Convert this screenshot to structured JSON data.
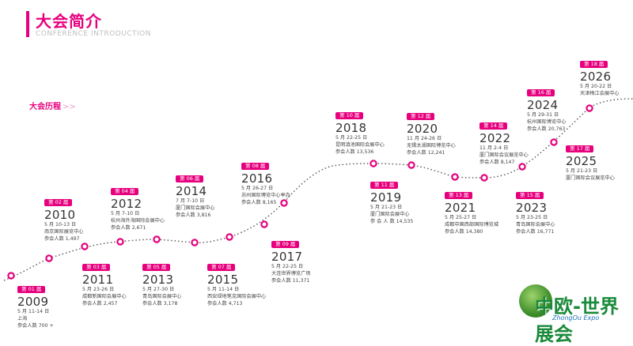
{
  "header": {
    "title_cn": "大会简介",
    "title_en": "CONFERENCE INTRODUCTION",
    "history_label": "大会历程",
    "history_arrows": ">>"
  },
  "colors": {
    "accent": "#e6007e",
    "dots": "#e6007e",
    "path": "#555555"
  },
  "events": [
    {
      "badge": "第 01 届",
      "year": "2009",
      "date": "5 月 11-14 日",
      "venue": "上海",
      "attendance": "参会人数 700 +"
    },
    {
      "badge": "第 02 届",
      "year": "2010",
      "date": "5 月 10-13 日",
      "venue": "南京国际展览中心",
      "attendance": "参会人数 1,497"
    },
    {
      "badge": "第 03 届",
      "year": "2011",
      "date": "5 月 23-26 日",
      "venue": "成都新国际会展中心",
      "attendance": "参会人数 2,457"
    },
    {
      "badge": "第 04 届",
      "year": "2012",
      "date": "5 月 7-10 日",
      "venue": "杭州海外海国际会展中心",
      "attendance": "参会人数 2,671"
    },
    {
      "badge": "第 05 届",
      "year": "2013",
      "date": "5 月 27-30 日",
      "venue": "青岛国际会展中心",
      "attendance": "参会人数 3,178"
    },
    {
      "badge": "第 06 届",
      "year": "2014",
      "date": "7 月 7-10 日",
      "venue": "厦门国际会展中心",
      "attendance": "参会人数 3,816"
    },
    {
      "badge": "第 07 届",
      "year": "2015",
      "date": "5 月 11-14 日",
      "venue": "西安绿地笔克国际会展中心",
      "attendance": "参会人数 4,713"
    },
    {
      "badge": "第 08 届",
      "year": "2016",
      "date": "5 月 26-27 日",
      "venue": "苏州国际博览中心举办",
      "attendance": "参会人数 8,165"
    },
    {
      "badge": "第 09 届",
      "year": "2017",
      "date": "5 月 22-25 日",
      "venue": "大连世界博览广场",
      "attendance": "参会人数 11,371"
    },
    {
      "badge": "第 10 届",
      "year": "2018",
      "date": "5 月 22-25 日",
      "venue": "昆明滇池国际会展中心",
      "attendance": "参会人数 13,536"
    },
    {
      "badge": "第 11 届",
      "year": "2019",
      "date": "5 月 21-23 日",
      "venue": "厦门国际会展中心",
      "attendance": "参 会 人 数 14,535"
    },
    {
      "badge": "第 12 届",
      "year": "2020",
      "date": "11 月 24-26 日",
      "venue": "无锡太湖国际博览中心",
      "attendance": "参会人数 12,241"
    },
    {
      "badge": "第 13 届",
      "year": "2021",
      "date": "5 月 25-27 日",
      "venue": "成都中国西部国际博览城",
      "attendance": "参会人数 14,380"
    },
    {
      "badge": "第 14 届",
      "year": "2022",
      "date": "11 月 2-4 日",
      "venue": "厦门国际会议展览中心",
      "attendance": "参会人数 8,147"
    },
    {
      "badge": "第 15 届",
      "year": "2023",
      "date": "5 月 23-25 日",
      "venue": "青岛国际会展中心",
      "attendance": "参会人数 16,771"
    },
    {
      "badge": "第 16 届",
      "year": "2024",
      "date": "5 月 29-31 日",
      "venue": "杭州国际博览中心",
      "attendance": "参会人数 20,763"
    },
    {
      "badge": "第 17 届",
      "year": "2025",
      "date": "5 月 21-23 日",
      "venue": "厦门国际会议展览中心",
      "attendance": ""
    },
    {
      "badge": "第 18 届",
      "year": "2026",
      "date": "5 月 20-22 日",
      "venue": "天津梅江会展中心",
      "attendance": ""
    }
  ],
  "logo": {
    "text": "中欧-世界展会",
    "subtitle": "ZhongOu Expo"
  }
}
